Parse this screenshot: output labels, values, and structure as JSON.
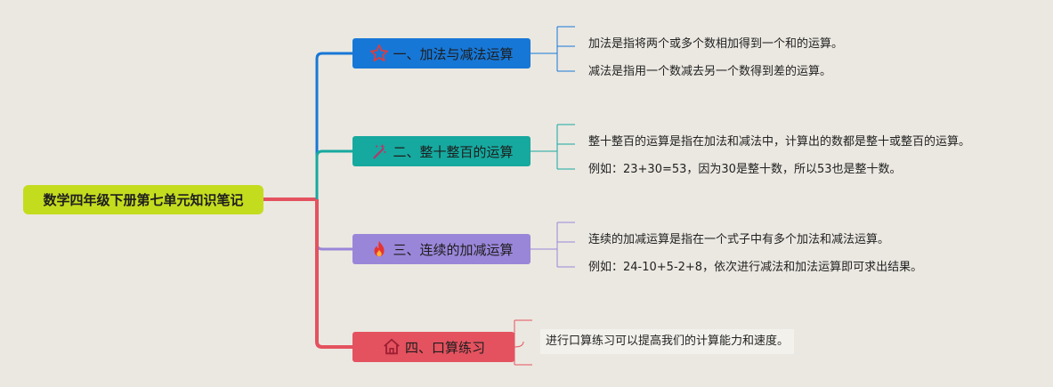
{
  "root": {
    "label": "数学四年级下册第七单元知识笔记"
  },
  "branches": [
    {
      "label": "一、加法与减法运算",
      "icon": "star-outline-icon",
      "color": "#1777d6",
      "leaves": [
        "加法是指将两个或多个数相加得到一个和的运算。",
        "减法是指用一个数减去另一个数得到差的运算。"
      ]
    },
    {
      "label": "二、整十整百的运算",
      "icon": "magic-wand-icon",
      "color": "#16a99f",
      "leaves": [
        "整十整百的运算是指在加法和减法中，计算出的数都是整十或整百的运算。",
        "例如：23+30=53，因为30是整十数，所以53也是整十数。"
      ]
    },
    {
      "label": "三、连续的加减运算",
      "icon": "flame-icon",
      "color": "#9a86d9",
      "leaves": [
        "连续的加减运算是指在一个式子中有多个加法和减法运算。",
        "例如：24-10+5-2+8，依次进行减法和加法运算即可求出结果。"
      ]
    },
    {
      "label": "四、口算练习",
      "icon": "house-icon",
      "color": "#e4525f",
      "leaves": [
        "进行口算练习可以提高我们的计算能力和速度。"
      ]
    }
  ]
}
